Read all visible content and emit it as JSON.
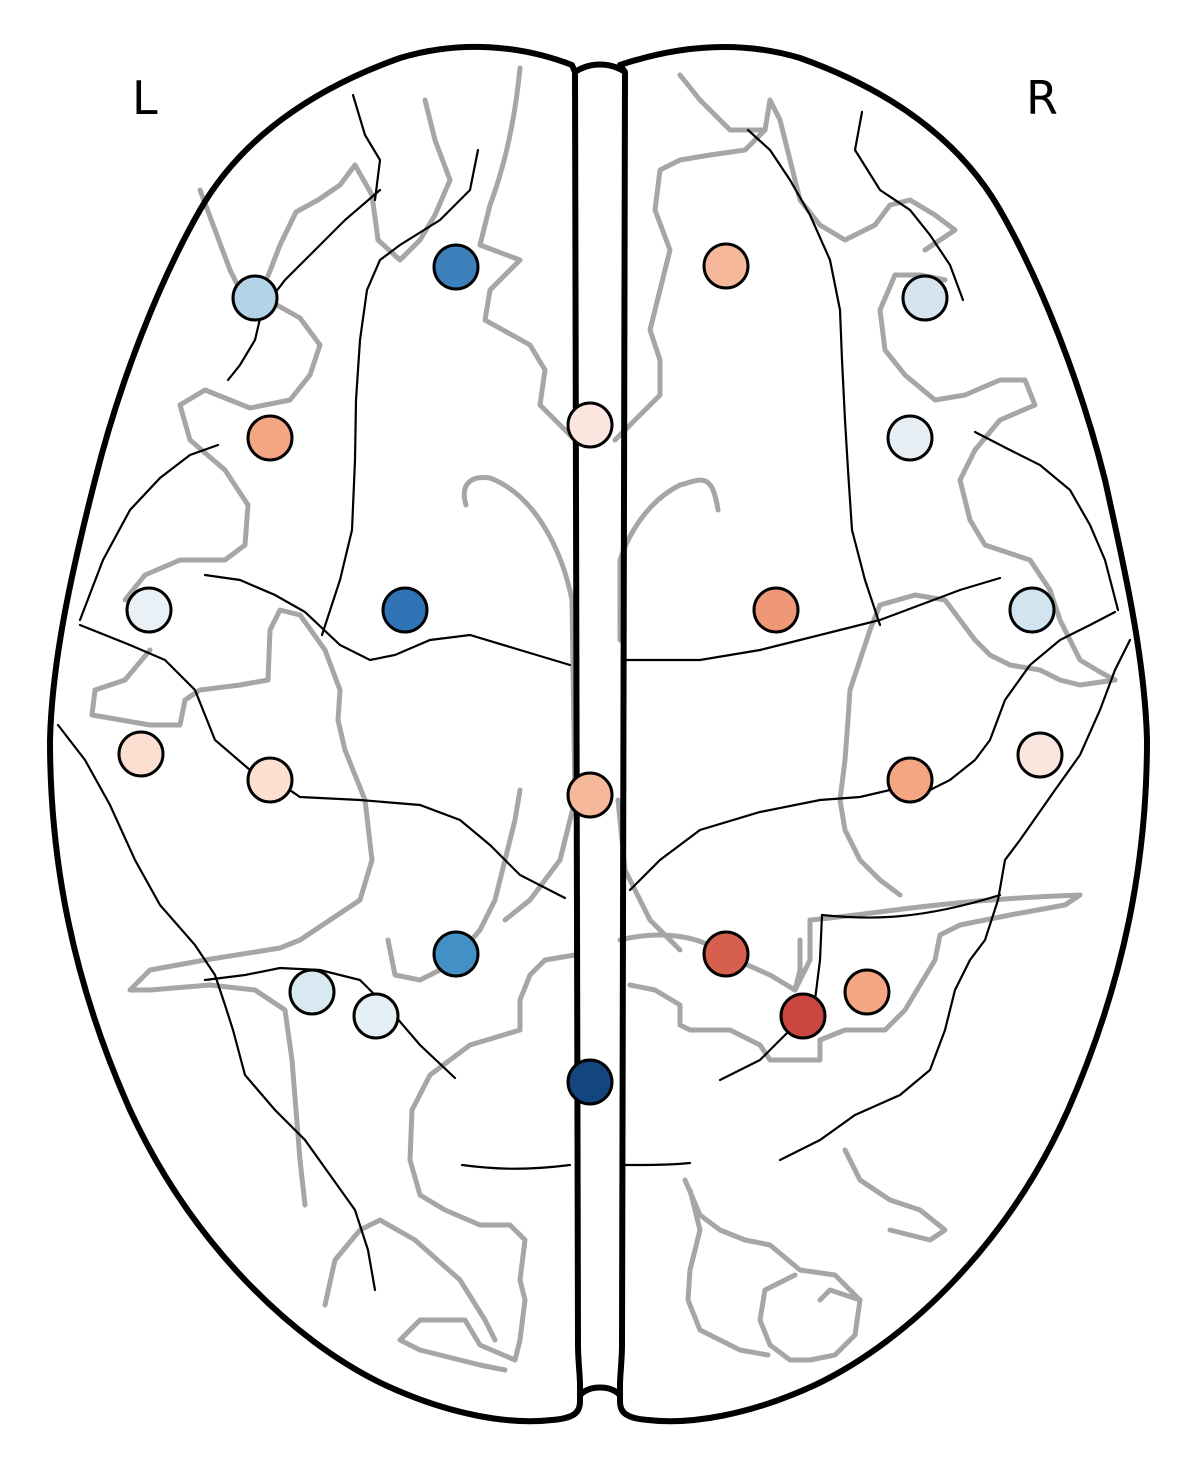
{
  "hemisphere_labels": {
    "left": "L",
    "right": "R"
  },
  "electrodes": [
    {
      "id": "e01",
      "color": "#b3d4e7"
    },
    {
      "id": "e02",
      "color": "#3b7fbb"
    },
    {
      "id": "e03",
      "color": "#f6b89b"
    },
    {
      "id": "e04",
      "color": "#d4e5f1"
    },
    {
      "id": "e05",
      "color": "#f4a582"
    },
    {
      "id": "e06",
      "color": "#fae6df"
    },
    {
      "id": "e07",
      "color": "#e6eef4"
    },
    {
      "id": "e08",
      "color": "#e9f0f6"
    },
    {
      "id": "e09",
      "color": "#2f72b5"
    },
    {
      "id": "e10",
      "color": "#ee9878"
    },
    {
      "id": "e11",
      "color": "#d1e4f0"
    },
    {
      "id": "e12",
      "color": "#fbe0d2"
    },
    {
      "id": "e13",
      "color": "#fbe0d2"
    },
    {
      "id": "e14",
      "color": "#f6b89b"
    },
    {
      "id": "e15",
      "color": "#f4a582"
    },
    {
      "id": "e16",
      "color": "#fae6df"
    },
    {
      "id": "e17",
      "color": "#4390c6"
    },
    {
      "id": "e18",
      "color": "#d9e9f2"
    },
    {
      "id": "e19",
      "color": "#e3eef5"
    },
    {
      "id": "e20",
      "color": "#d6604d"
    },
    {
      "id": "e21",
      "color": "#c94741"
    },
    {
      "id": "e22",
      "color": "#f4a582"
    },
    {
      "id": "e23",
      "color": "#14457f"
    }
  ]
}
